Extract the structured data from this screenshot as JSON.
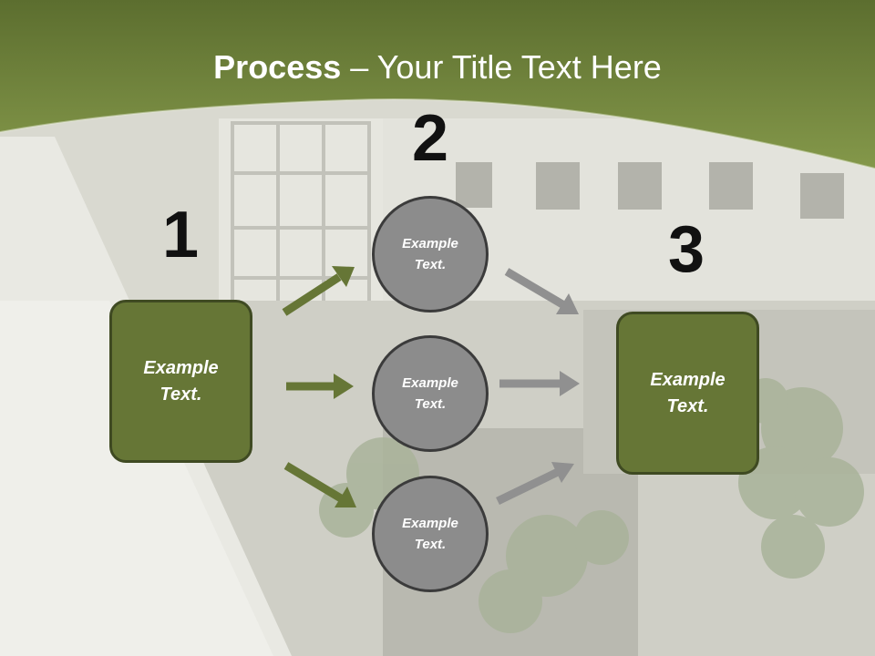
{
  "title": {
    "strong": "Process",
    "rest": " – Your Title Text Here"
  },
  "steps": {
    "one": "1",
    "two": "2",
    "three": "3"
  },
  "start_box": {
    "text": "Example\nText."
  },
  "end_box": {
    "text": "Example\nText."
  },
  "circles": [
    {
      "text": "Example\nText."
    },
    {
      "text": "Example\nText."
    },
    {
      "text": "Example\nText."
    }
  ],
  "colors": {
    "header_green": "#7a8d42",
    "box_green": "#667636",
    "arrow_green": "#667636",
    "arrow_gray": "#909090",
    "circle_gray": "#8c8c8c"
  }
}
